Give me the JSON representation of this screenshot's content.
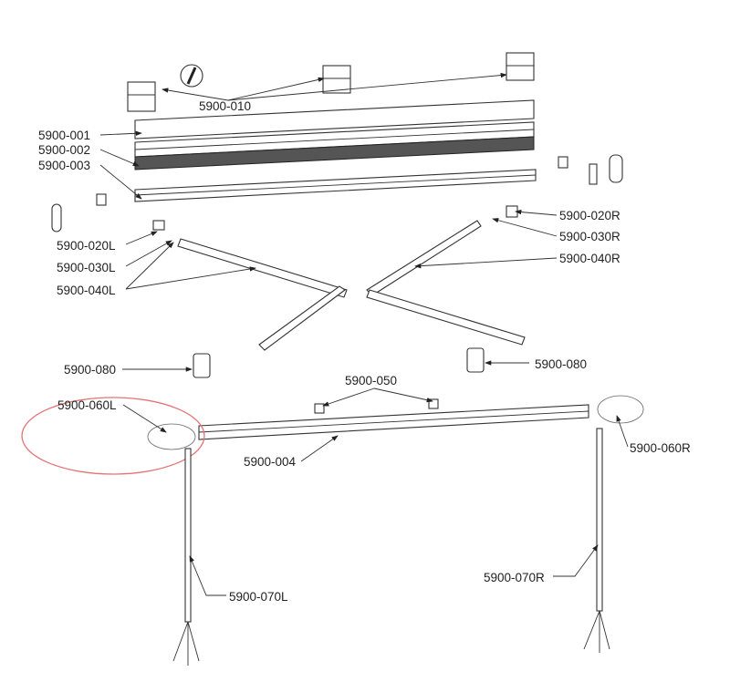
{
  "diagram": {
    "type": "exploded-parts-diagram",
    "highlight_color": "#e57373",
    "labels": {
      "p010": "5900-010",
      "p001": "5900-001",
      "p002": "5900-002",
      "p003": "5900-003",
      "p020R": "5900-020R",
      "p030R": "5900-030R",
      "p040R": "5900-040R",
      "p020L": "5900-020L",
      "p030L": "5900-030L",
      "p040L": "5900-040L",
      "p080L": "5900-080",
      "p080R": "5900-080",
      "p050": "5900-050",
      "p060L": "5900-060L",
      "p060R": "5900-060R",
      "p004": "5900-004",
      "p070L": "5900-070L",
      "p070R": "5900-070R"
    }
  }
}
